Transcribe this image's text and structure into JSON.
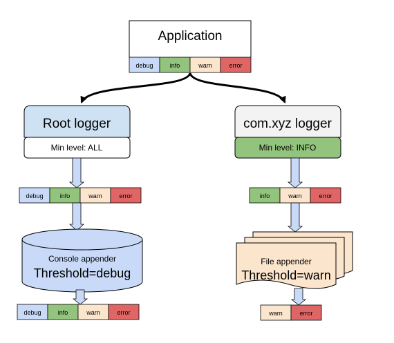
{
  "application": {
    "title": "Application",
    "levels": [
      "debug",
      "info",
      "warn",
      "error"
    ]
  },
  "root_logger": {
    "title": "Root logger",
    "min_level": "Min level: ALL",
    "passed_levels": [
      "debug",
      "info",
      "warn",
      "error"
    ]
  },
  "xyz_logger": {
    "title": "com.xyz logger",
    "min_level": "Min level: INFO",
    "passed_levels": [
      "info",
      "warn",
      "error"
    ]
  },
  "console_appender": {
    "name": "Console appender",
    "threshold": "Threshold=debug",
    "output_levels": [
      "debug",
      "info",
      "warn",
      "error"
    ]
  },
  "file_appender": {
    "name": "File appender",
    "threshold": "Threshold=warn",
    "output_levels": [
      "warn",
      "error"
    ]
  },
  "colors": {
    "debug": "#c9daf8",
    "info": "#93c47d",
    "warn": "#fce5cd",
    "error": "#e06666",
    "logger_header_root": "#cfe2f3",
    "logger_header_xyz": "#f3f3f3",
    "min_level_xyz": "#93c47d",
    "console_fill": "#c9daf8",
    "file_fill": "#fce5cd",
    "arrow_fill": "#c9daf8"
  }
}
